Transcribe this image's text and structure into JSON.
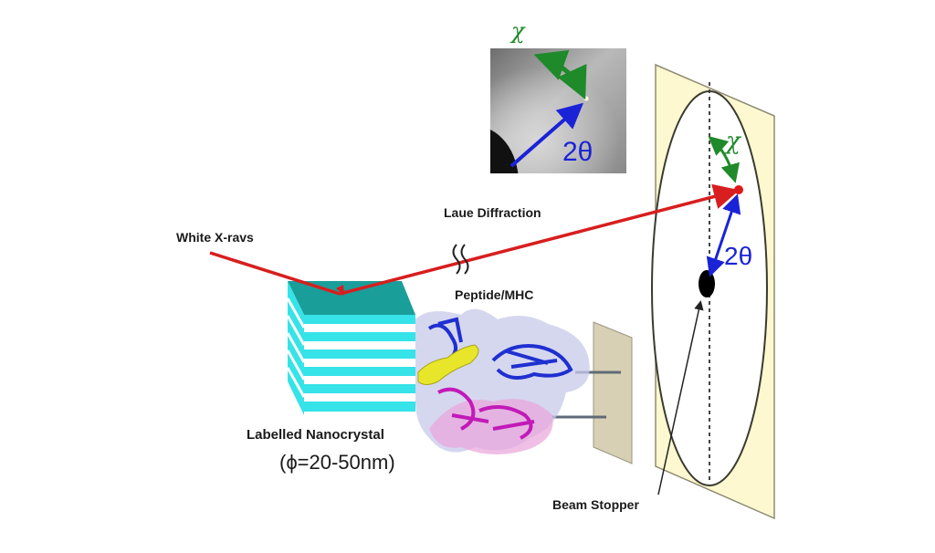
{
  "diagram": {
    "title": "Laue diffraction from labelled nanocrystal with peptide/MHC",
    "labels": {
      "white_xrays": "White X-ravs",
      "laue_diffraction": "Laue Diffraction",
      "peptide_mhc": "Peptide/MHC",
      "labelled_nanocrystal": "Labelled Nanocrystal",
      "size_range": "(ϕ=20-50nm)",
      "beam_stopper": "Beam Stopper"
    },
    "inset": {
      "chi_label": "χ",
      "two_theta_label": "2θ"
    },
    "detector": {
      "chi_label": "χ",
      "two_theta_label": "2θ"
    },
    "colors": {
      "beam": "#d81e1e",
      "chi_arrow": "#1f8a2a",
      "two_theta_arrow": "#1a23d6",
      "crystal_top": "#1a9e9a",
      "crystal_layer": "#35e3e8",
      "detector_plane": "#fdf8cf",
      "membrane": "#d8d0b4",
      "peptide": "#e8e62a",
      "mhc_heavy": "#1f2fd0",
      "mhc_light": "#c21ab8"
    }
  }
}
